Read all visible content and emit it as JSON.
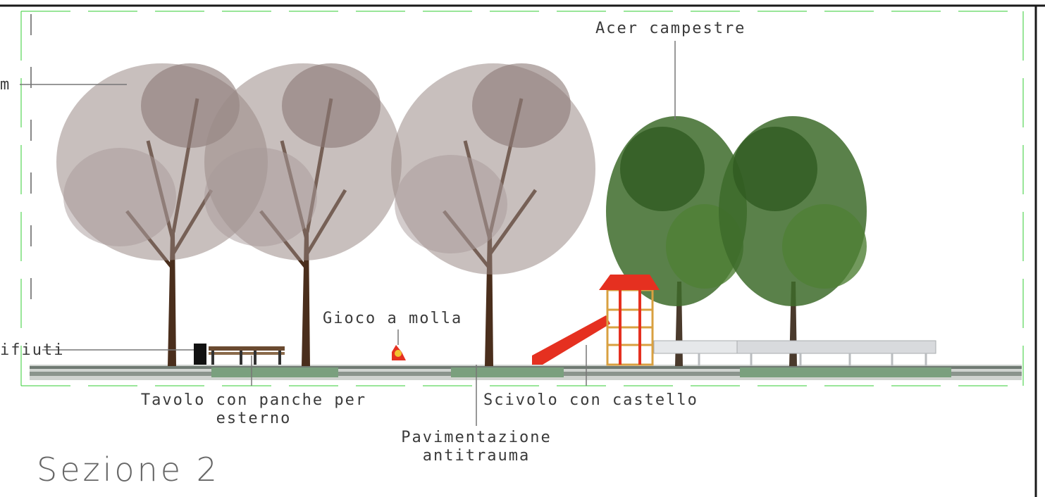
{
  "section_title": "Sezione 2",
  "labels": {
    "acer": "Acer campestre",
    "left_m": "m",
    "rifiuti": "ifiuti",
    "gioco": "Gioco a molla",
    "tavolo_line1": "Tavolo con panche per",
    "tavolo_line2": "esterno",
    "scivolo": "Scivolo con castello",
    "pavimentazione_line1": "Pavimentazione",
    "pavimentazione_line2": "antitrauma"
  },
  "colors": {
    "frame": "#1a1a1a",
    "guide": "#33cc33",
    "text": "#3a3a3a",
    "blossom": "#9b8a86",
    "acer": "#3d6b2a",
    "trunk": "#4a2e1c",
    "playground": "#e53020",
    "castle_wood": "#d9a040"
  }
}
